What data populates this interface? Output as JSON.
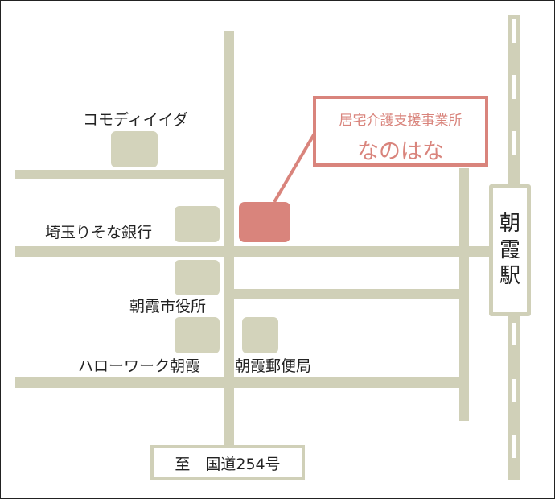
{
  "colors": {
    "road": "#d0d0b8",
    "building": "#d3d3bb",
    "highlight": "#d9847c"
  },
  "destination": {
    "subtitle": "居宅介護支援事業所",
    "name": "なのはな"
  },
  "station": {
    "chars": [
      "朝",
      "霞",
      "駅"
    ]
  },
  "landmarks": {
    "komodi": "コモディイイダ",
    "bank": "埼玉りそな銀行",
    "city_hall": "朝霞市役所",
    "hello_work": "ハローワーク朝霞",
    "post_office": "朝霞郵便局"
  },
  "route_sign": "至　国道254号"
}
